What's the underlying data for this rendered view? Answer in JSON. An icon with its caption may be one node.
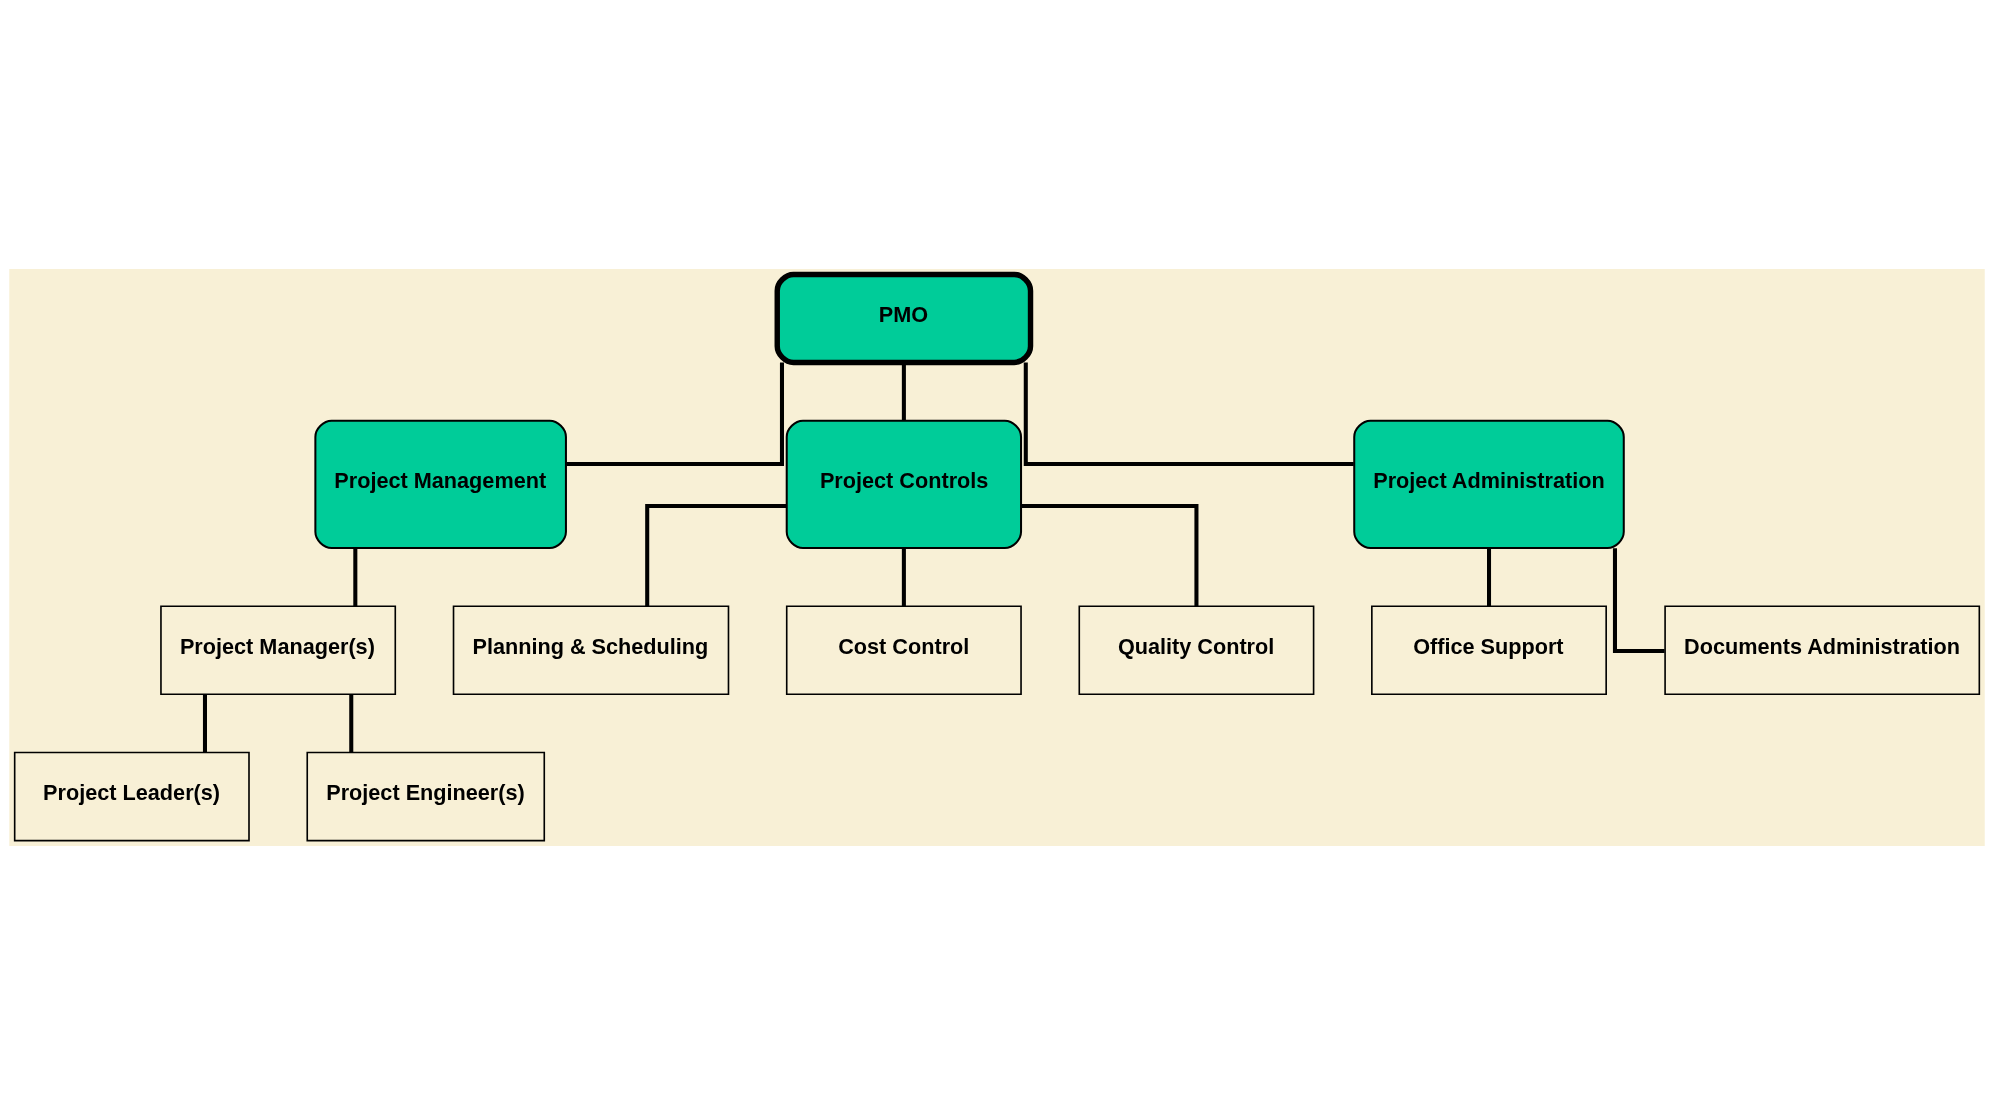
{
  "diagram": {
    "nodes": [
      {
        "text": [
          "PMO"
        ]
      },
      {
        "text": [
          "Project Management"
        ]
      },
      {
        "text": [
          "Project Controls"
        ]
      },
      {
        "text": [
          "Project Administration"
        ]
      },
      {
        "text": [
          "Project Manager(s)"
        ]
      },
      {
        "text": [
          "Project Leader(s)"
        ]
      },
      {
        "text": [
          "Project Engineer(s)"
        ]
      },
      {
        "text": [
          "Planning & Scheduling"
        ]
      },
      {
        "text": [
          "Cost Control"
        ]
      },
      {
        "text": [
          "Quality Control"
        ]
      },
      {
        "text": [
          "Office Support"
        ]
      },
      {
        "text": [
          "Documents Administration"
        ]
      }
    ],
    "edges": [
      {
        "from": 0,
        "to": 1,
        "arrow": "none"
      },
      {
        "from": 0,
        "to": 2,
        "arrow": "none"
      },
      {
        "from": 0,
        "to": 3,
        "arrow": "none"
      },
      {
        "from": 1,
        "to": 4,
        "arrow": "none"
      },
      {
        "from": 4,
        "to": 5,
        "arrow": "none"
      },
      {
        "from": 4,
        "to": 6,
        "arrow": "none"
      },
      {
        "from": 2,
        "to": 7,
        "arrow": "none"
      },
      {
        "from": 2,
        "to": 8,
        "arrow": "none"
      },
      {
        "from": 2,
        "to": 9,
        "arrow": "none"
      },
      {
        "from": 3,
        "to": 10,
        "arrow": "none"
      },
      {
        "from": 3,
        "to": 11,
        "arrow": "none"
      }
    ]
  }
}
